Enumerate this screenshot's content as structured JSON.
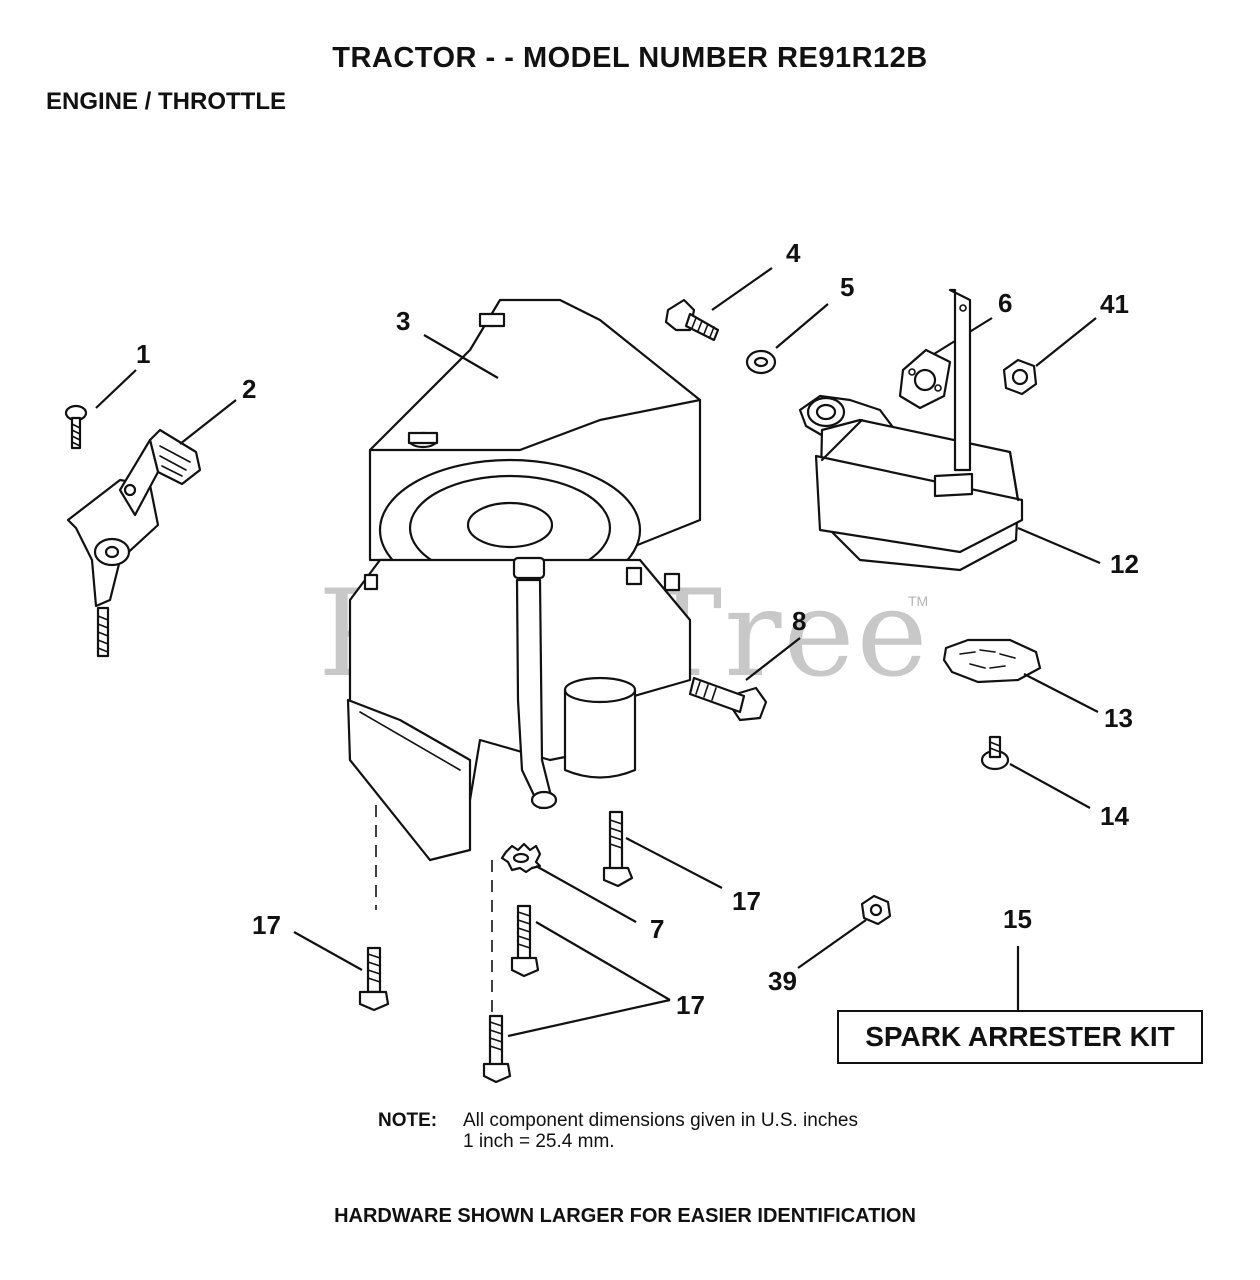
{
  "header": {
    "title": "TRACTOR - - MODEL NUMBER RE91R12B",
    "subtitle": "ENGINE / THROTTLE"
  },
  "watermark": {
    "text": "PartsTree",
    "tm": "TM"
  },
  "callouts": {
    "c1": "1",
    "c2": "2",
    "c3": "3",
    "c4": "4",
    "c5": "5",
    "c6": "6",
    "c41": "41",
    "c12": "12",
    "c8": "8",
    "c13": "13",
    "c14": "14",
    "c17a": "17",
    "c7": "7",
    "c17b": "17",
    "c17c": "17",
    "c39": "39",
    "c15": "15"
  },
  "kit": {
    "label": "SPARK ARRESTER KIT"
  },
  "note": {
    "label": "NOTE:",
    "text": "All component dimensions given in U.S. inches\n1 inch = 25.4 mm."
  },
  "footer": {
    "text": "HARDWARE SHOWN LARGER FOR EASIER IDENTIFICATION"
  },
  "colors": {
    "ink": "#111111",
    "watermark": "#c8c8c8",
    "background": "#ffffff"
  }
}
